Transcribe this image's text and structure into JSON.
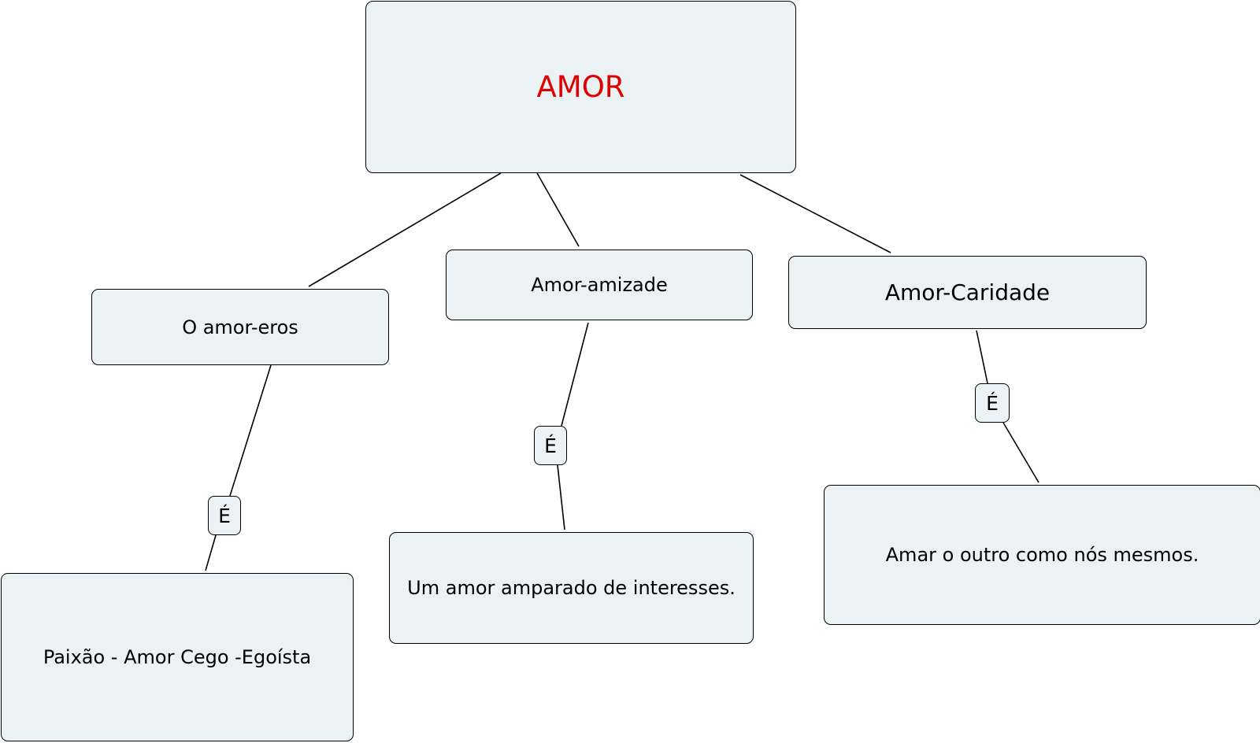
{
  "colors": {
    "node_fill": "#ebf2f4",
    "node_border": "#000000",
    "root_text": "#e00000",
    "text": "#000000"
  },
  "root": {
    "label": "AMOR"
  },
  "branches": [
    {
      "label": "O amor-eros",
      "link": "É",
      "leaf": "Paixão - Amor Cego -Egoísta"
    },
    {
      "label": "Amor-amizade",
      "link": "É",
      "leaf": "Um amor amparado de interesses."
    },
    {
      "label": "Amor-Caridade",
      "link": "É",
      "leaf": "Amar o outro como nós mesmos."
    }
  ]
}
